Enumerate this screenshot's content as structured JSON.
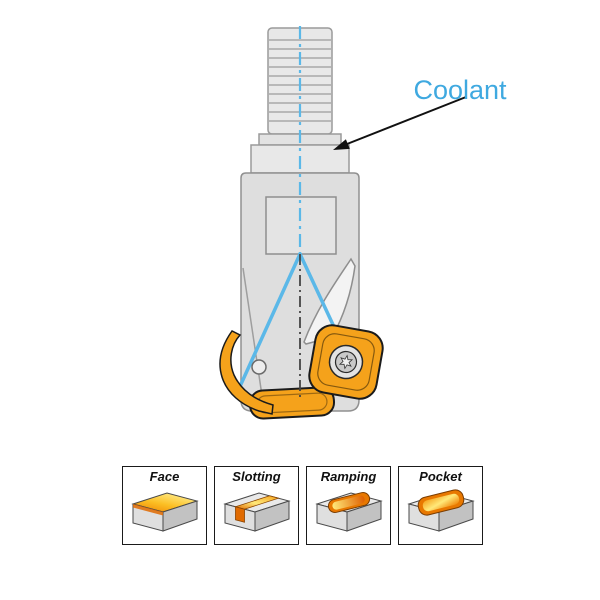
{
  "coolant_label": "Coolant",
  "operations": [
    {
      "label": "Face"
    },
    {
      "label": "Slotting"
    },
    {
      "label": "Ramping"
    },
    {
      "label": "Pocket"
    }
  ],
  "colors": {
    "coolant_text": "#3FA9E0",
    "coolant_line": "#5BB8E8",
    "insert_orange": "#F5A21B",
    "body_gray": "#DEDEDE",
    "outline_gray": "#8C8C8C",
    "pocket_orange": "#E87800",
    "pocket_yellow": "#FFE97A"
  }
}
